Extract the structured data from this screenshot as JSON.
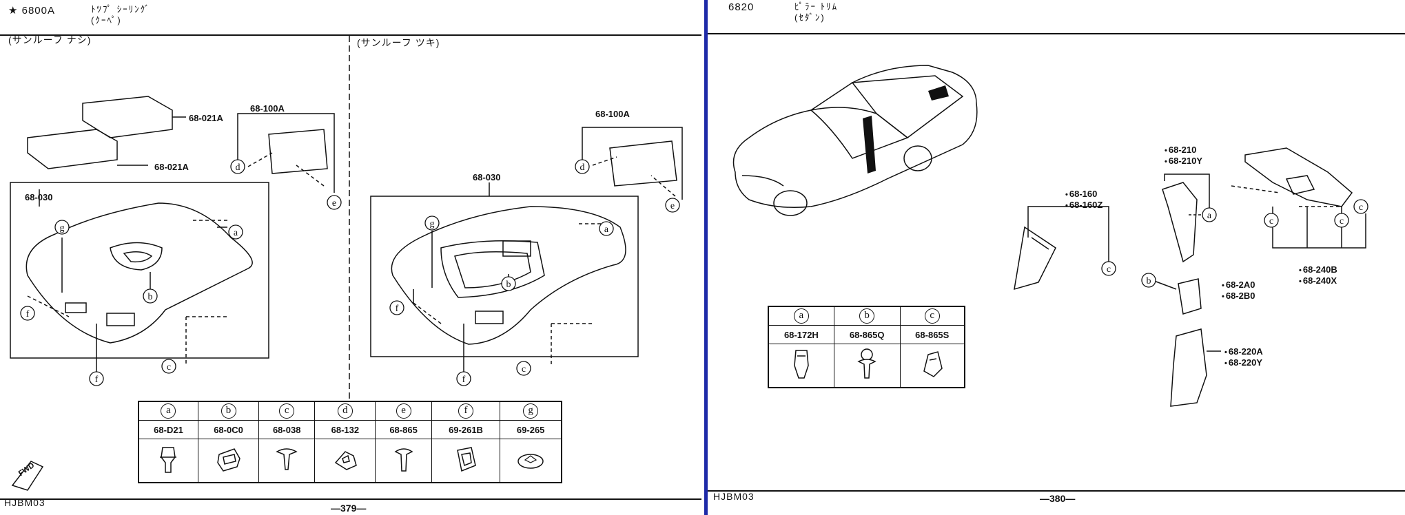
{
  "left": {
    "header_code": "★ 6800A",
    "header_name": "ﾄﾂﾌﾟ ｼｰﾘﾝｸﾞ\n(ｸｰﾍﾟ)",
    "sub_left": "(サンルーフ ナシ)",
    "sub_right": "(サンルーフ ツキ)",
    "parts": [
      "68-021A",
      "68-021A",
      "68-100A",
      "68-030",
      "68-100A",
      "68-030"
    ],
    "legend": [
      {
        "letter": "a",
        "part": "68-D21"
      },
      {
        "letter": "b",
        "part": "68-0C0"
      },
      {
        "letter": "c",
        "part": "68-038"
      },
      {
        "letter": "d",
        "part": "68-132"
      },
      {
        "letter": "e",
        "part": "68-865"
      },
      {
        "letter": "f",
        "part": "69-261B"
      },
      {
        "letter": "g",
        "part": "69-265"
      }
    ],
    "fwd": "FWD",
    "footer_code": "HJBM03",
    "page_number": "—379—"
  },
  "right": {
    "header_code": "6820",
    "header_name": "ﾋﾟﾗｰ ﾄﾘﾑ\n(ｾﾀﾞﾝ)",
    "parts": {
      "p160": "68-160",
      "p160z": "68-160Z",
      "p210": "68-210",
      "p210y": "68-210Y",
      "p2a0": "68-2A0",
      "p2b0": "68-2B0",
      "p220a": "68-220A",
      "p220y": "68-220Y",
      "p240b": "68-240B",
      "p240x": "68-240X"
    },
    "legend": [
      {
        "letter": "a",
        "part": "68-172H"
      },
      {
        "letter": "b",
        "part": "68-865Q"
      },
      {
        "letter": "c",
        "part": "68-865S"
      }
    ],
    "footer_code": "HJBM03",
    "page_number": "—380—"
  },
  "colors": {
    "divider": "#1e2aa8",
    "ink": "#111111"
  }
}
